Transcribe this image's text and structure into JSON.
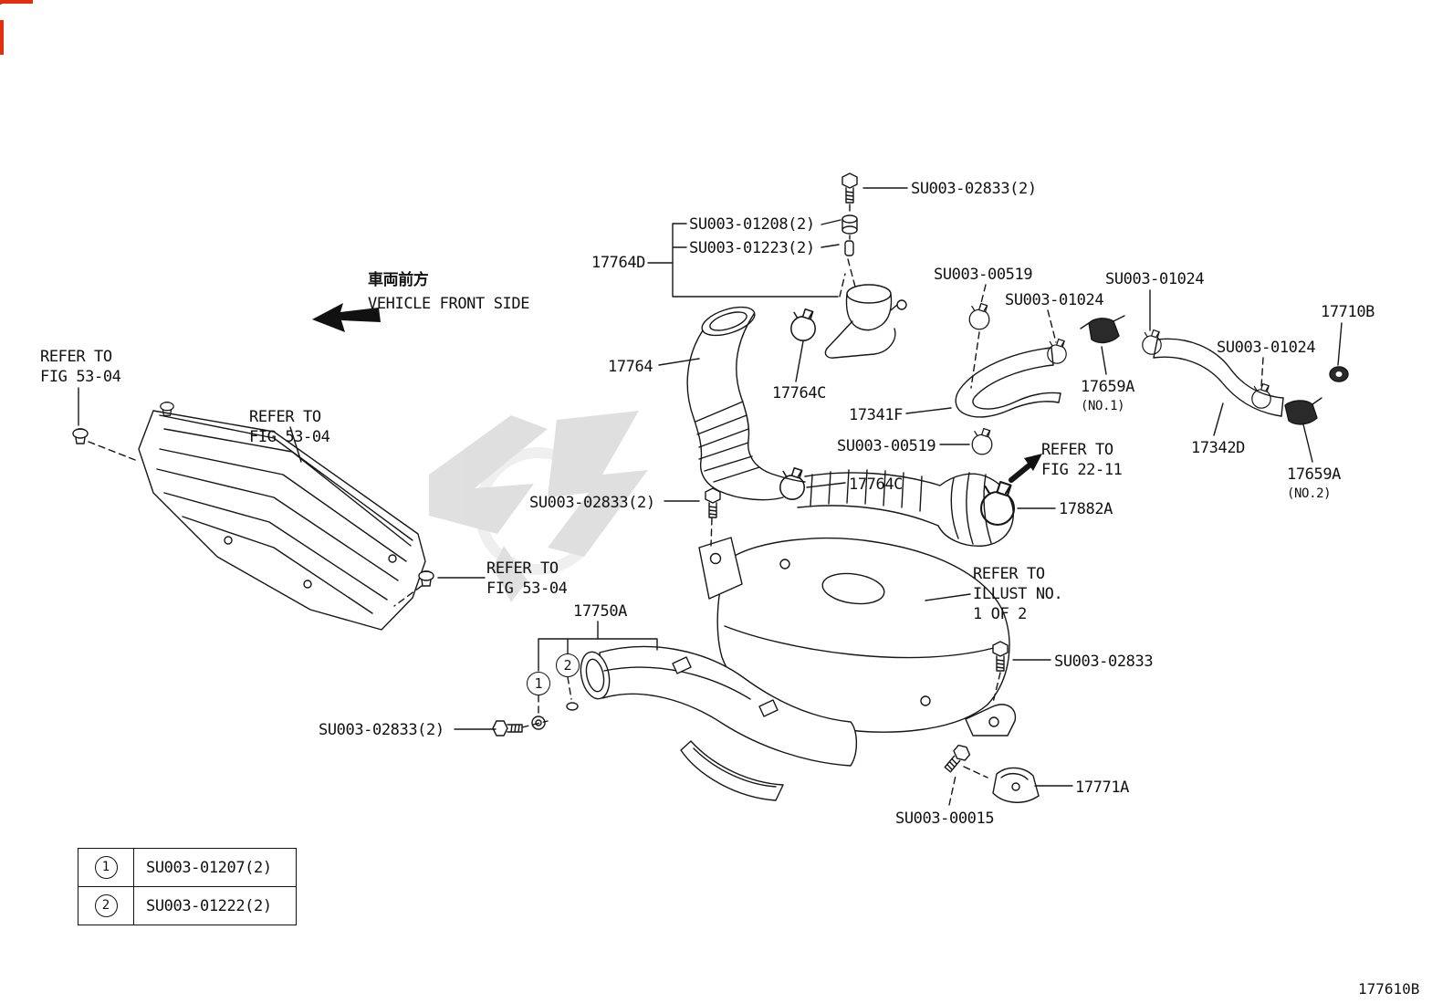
{
  "direction": {
    "jp": "車両前方",
    "en": "VEHICLE FRONT SIDE"
  },
  "refs": {
    "fig5304": "REFER TO\nFIG 53-04",
    "fig2211": "REFER TO\nFIG 22-11",
    "illust": "REFER TO\nILLUST NO.\n1 OF 2"
  },
  "parts": {
    "su003_02833_2": "SU003-02833(2)",
    "su003_02833": "SU003-02833",
    "su003_01208_2": "SU003-01208(2)",
    "su003_01223_2": "SU003-01223(2)",
    "su003_00519": "SU003-00519",
    "su003_01024": "SU003-01024",
    "su003_00015": "SU003-00015",
    "p17764d": "17764D",
    "p17764": "17764",
    "p17764c": "17764C",
    "p17710b": "17710B",
    "p17659a": "17659A",
    "no1": "(NO.1)",
    "no2": "(NO.2)",
    "p17341f": "17341F",
    "p17342d": "17342D",
    "p17882a": "17882A",
    "p17750a": "17750A",
    "p17771a": "17771A"
  },
  "callouts": {
    "c1": "1",
    "c2": "2"
  },
  "legend": {
    "rows": [
      {
        "no": "1",
        "part": "SU003-01207(2)"
      },
      {
        "no": "2",
        "part": "SU003-01222(2)"
      }
    ]
  },
  "drawing_number": "177610B"
}
